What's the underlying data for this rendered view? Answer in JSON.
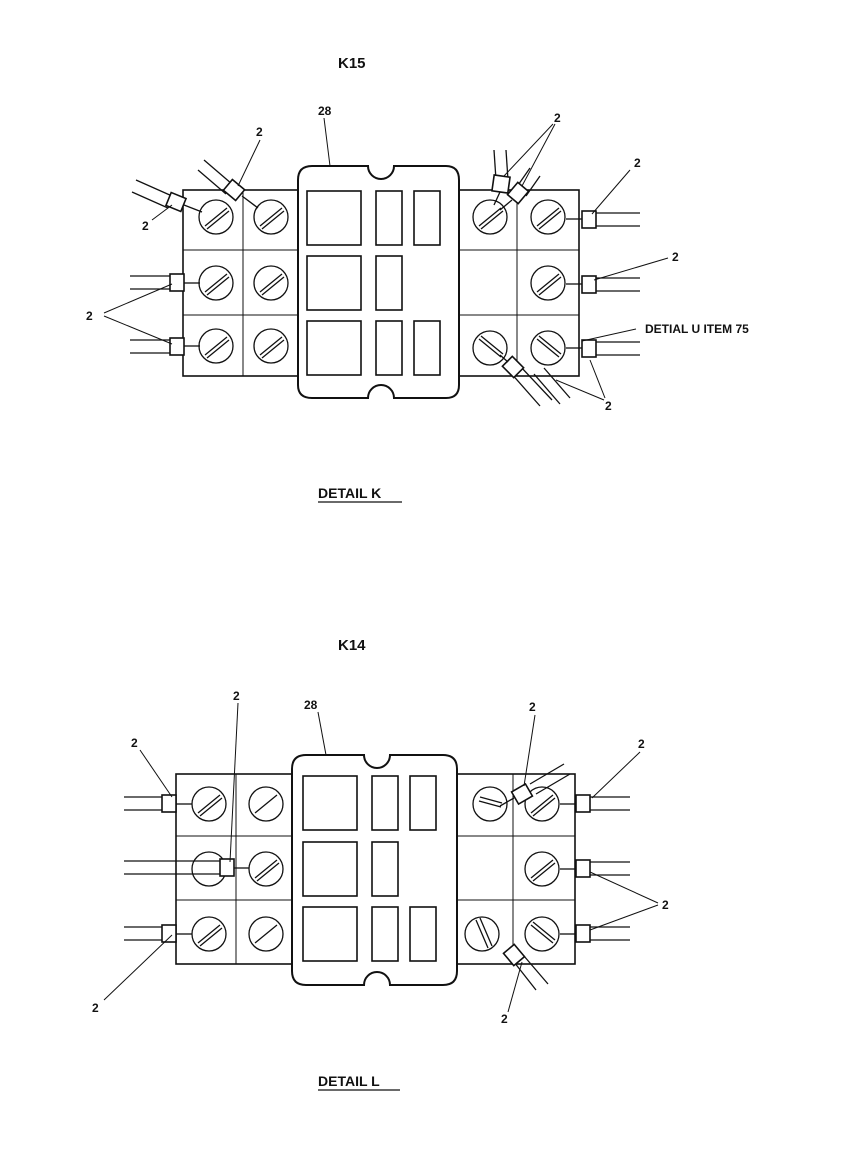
{
  "detail_k": {
    "component": "K15",
    "item_28": "28",
    "ref_2": "2",
    "note": "DETIAL U ITEM 75",
    "caption": "DETAIL K"
  },
  "detail_l": {
    "component": "K14",
    "item_28": "28",
    "ref_2": "2",
    "caption": "DETAIL L"
  },
  "colors": {
    "ink": "#111111",
    "paper": "#ffffff"
  }
}
